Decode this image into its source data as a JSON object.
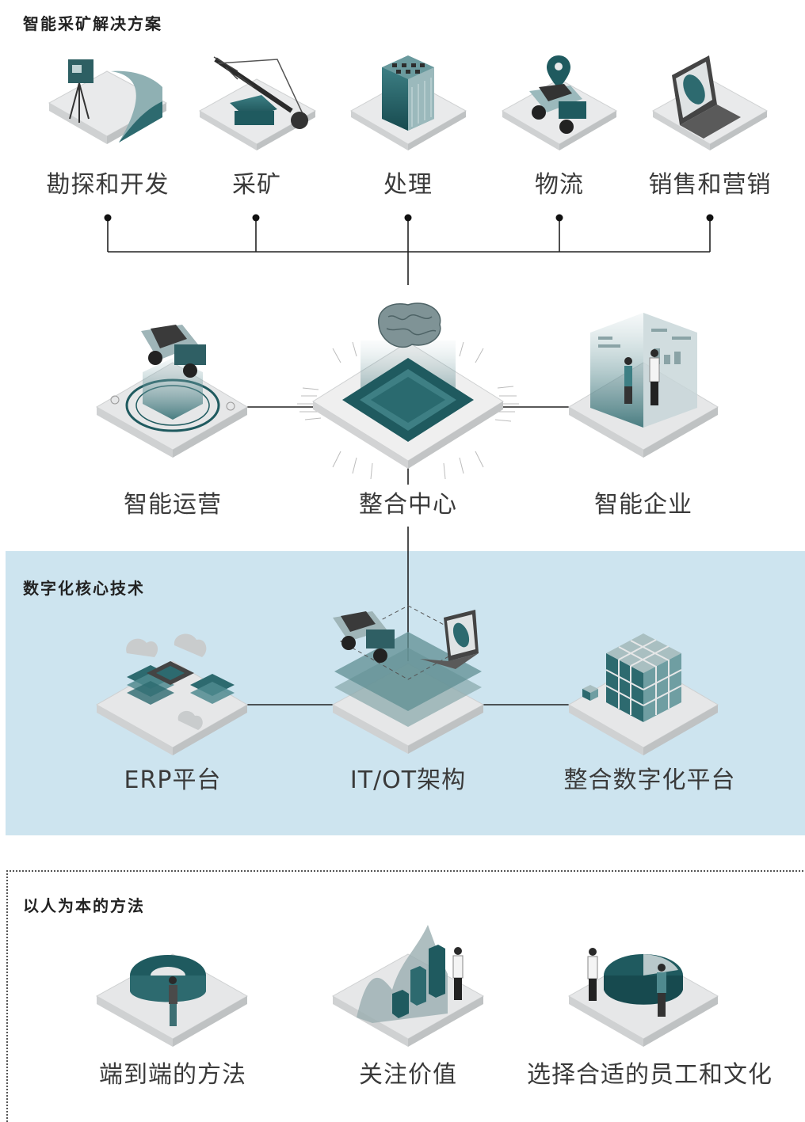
{
  "sections": {
    "mining": {
      "title": "智能采矿解决方案"
    },
    "tech": {
      "title": "数字化核心技术"
    },
    "people": {
      "title": "以人为本的方法"
    }
  },
  "mining_stages": [
    {
      "label": "勘探和开发",
      "icon": "surveying-icon"
    },
    {
      "label": "采矿",
      "icon": "excavator-icon"
    },
    {
      "label": "处理",
      "icon": "processing-plant-icon"
    },
    {
      "label": "物流",
      "icon": "haul-truck-icon"
    },
    {
      "label": "销售和营销",
      "icon": "laptop-icon"
    }
  ],
  "core": [
    {
      "label": "智能运营",
      "icon": "truck-hologram-icon"
    },
    {
      "label": "整合中心",
      "icon": "brain-chip-icon"
    },
    {
      "label": "智能企业",
      "icon": "dashboard-people-icon"
    }
  ],
  "tech_items": [
    {
      "label": "ERP平台",
      "icon": "erp-cloud-icon"
    },
    {
      "label": "IT/OT架构",
      "icon": "layers-icon"
    },
    {
      "label": "整合数字化平台",
      "icon": "cube-blocks-icon"
    }
  ],
  "people_items": [
    {
      "label": "端到端的方法",
      "icon": "cycle-person-icon"
    },
    {
      "label": "关注价值",
      "icon": "bar-chart-person-icon"
    },
    {
      "label": "选择合适的员工和文化",
      "icon": "pie-people-icon"
    }
  ],
  "colors": {
    "teal": "#1f5a5f",
    "tech_bg": "#cde4ef",
    "platform": "#e6e7e8",
    "line": "#222222"
  }
}
